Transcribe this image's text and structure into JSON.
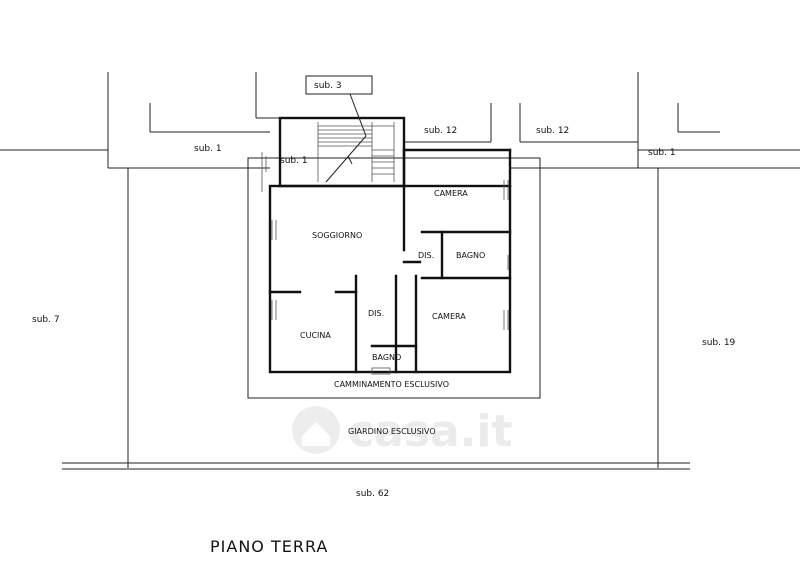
{
  "title": "PIANO TERRA",
  "watermark": {
    "text": "casa.it",
    "icon": "house-logo-icon"
  },
  "subs": {
    "sub3": "sub. 3",
    "sub12_left": "sub. 12",
    "sub12_right": "sub. 12",
    "sub1_left": "sub. 1",
    "sub1_stair": "sub. 1",
    "sub1_right": "sub. 1",
    "sub7": "sub. 7",
    "sub19": "sub. 19",
    "sub62": "sub. 62"
  },
  "rooms": {
    "camera_top": "CAMERA",
    "soggiorno": "SOGGIORNO",
    "dis_right": "DIS.",
    "bagno_right": "BAGNO",
    "dis_left": "DIS.",
    "camera_bottom": "CAMERA",
    "cucina": "CUCINA",
    "bagno_bottom": "BAGNO"
  },
  "areas": {
    "camminamento": "CAMMINAMENTO ESCLUSIVO",
    "giardino": "GIARDINO ESCLUSIVO"
  },
  "colors": {
    "ink": "#111111",
    "watermark": "#e9e9e9"
  }
}
